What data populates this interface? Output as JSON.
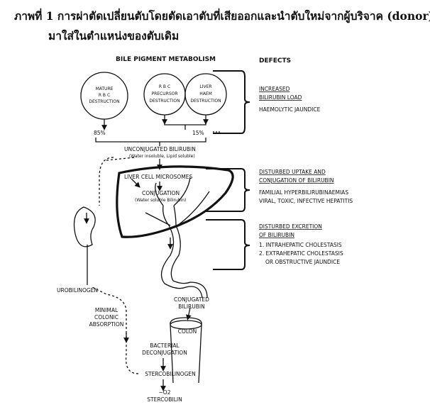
{
  "caption": {
    "line1": "ภาพที่ 1 การผ่าตัดเปลี่ยนตับโดยตัดเอาตับที่เสียออกและนำตับใหม่จากผู้บริจาค (donor)",
    "line2": "มาใส่ในตำแหน่งของตับเดิม"
  },
  "diagram": {
    "title": "BILE PIGMENT METABOLISM",
    "defects_title": "DEFECTS",
    "sources": [
      {
        "l1": "MATURE",
        "l2": "R B C",
        "l3": "DESTRUCTION"
      },
      {
        "l1": "R B C",
        "l2": "PRECURSOR",
        "l3": "DESTRUCTION"
      },
      {
        "l1": "LIVER",
        "l2": "HAEM",
        "l3": "DESTRUCTION"
      }
    ],
    "pct_mature": "85%",
    "pct_other": "15%",
    "unconjugated": "UNCONJUGATED BILIRUBIN",
    "unconjugated_note": "(Water insoluble, Lipid soluble)",
    "liver_microsomes": "LIVER CELL MICROSOMES",
    "conjugation": "CONJUGATION",
    "conjugation_note": "(Water soluble Bilirubin)",
    "urobilinogen": "UROBILINOGEN",
    "minimal": "MINIMAL",
    "colonic": "COLONIC",
    "absorption": "ABSORPTION",
    "conjugated_1": "CONJUGATED",
    "conjugated_2": "BILIRUBIN",
    "colon": "COLON",
    "bacterial": "BACTERIAL",
    "deconjugation": "DECONJUGATION",
    "stercobilinogen": "STERCOBILINOGEN",
    "o2": "−O2",
    "stercobilin": "STERCOBILIN",
    "defects": [
      {
        "h1": "INCREASED",
        "h2": "BILIRUBIN LOAD",
        "d1": "HAEMOLYTIC JAUNDICE",
        "d2": "",
        "d3": ""
      },
      {
        "h1": "DISTURBED UPTAKE AND",
        "h2": "CONJUGATION OF BILIRUBIN",
        "d1": "FAMILIAL HYPERBILIRUBINAEMIAS",
        "d2": "VIRAL, TOXIC, INFECTIVE HEPATITIS",
        "d3": ""
      },
      {
        "h1": "DISTURBED EXCRETION",
        "h2": "OF BILIRUBIN",
        "d1": "1. INTRAHEPATIC CHOLESTASIS",
        "d2": "2. EXTRAHEPATIC CHOLESTASIS",
        "d3": "OR OBSTRUCTIVE JAUNDICE"
      }
    ]
  }
}
